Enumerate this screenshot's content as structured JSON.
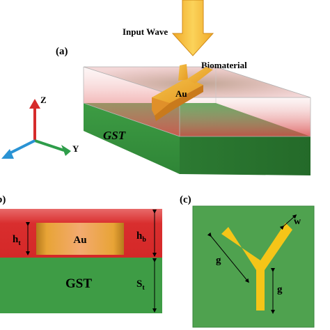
{
  "panel_a": {
    "label": "(a)",
    "input_wave": "Input Wave",
    "biomaterial": "Biomaterial",
    "au": "Au",
    "gst": "GST",
    "axes": {
      "z": "Z",
      "y": "Y"
    }
  },
  "panel_b": {
    "label": "(b)",
    "au": "Au",
    "gst": "GST",
    "ht": {
      "main": "h",
      "sub": "t"
    },
    "hb": {
      "main": "h",
      "sub": "b"
    },
    "st": {
      "main": "S",
      "sub": "t"
    }
  },
  "panel_c": {
    "label": "(c)",
    "w": "w",
    "g_arm": "g",
    "g_stem": "g"
  },
  "colors": {
    "gst_green": "#3f9a45",
    "gold": "#f5c518",
    "biomaterial_red": "#d94040",
    "axis_red": "#d62b2b",
    "axis_green": "#2e9d4a",
    "axis_blue": "#2a93d4"
  }
}
